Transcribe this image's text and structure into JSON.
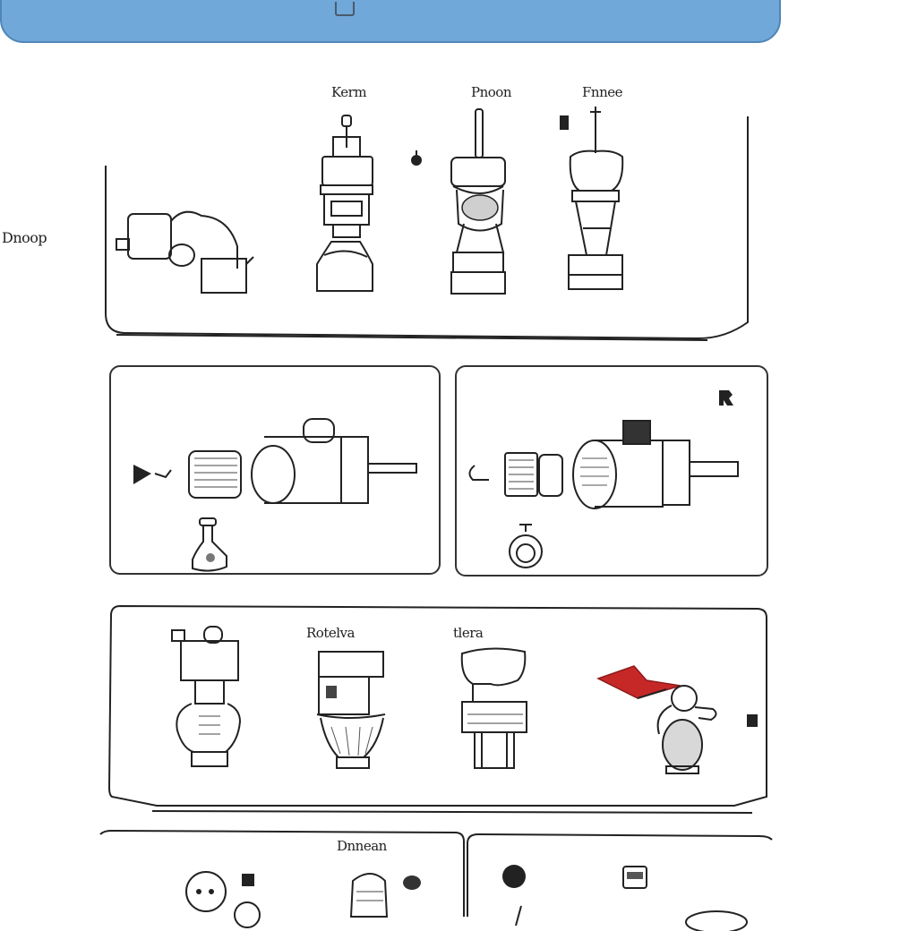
{
  "labels": {
    "side_label": "Dnoop",
    "col1": "Kerm",
    "col2": "Pnoon",
    "col3": "Fnnee",
    "row3_col2": "Rotelva",
    "row3_col3": "tlera",
    "row4_label": "Dnnean"
  },
  "colors": {
    "banner": "#6fa8d9",
    "accent_red": "#c62828",
    "ink": "#222222"
  },
  "icons": {
    "grinder": "meat-grinder-icon",
    "blender": "blender-jar-icon",
    "juicer": "juicer-icon",
    "motor": "motor-unit-icon",
    "funnel": "funnel-icon",
    "hand": "hand-icon",
    "knob": "knob-icon",
    "flag": "red-flag-icon"
  }
}
